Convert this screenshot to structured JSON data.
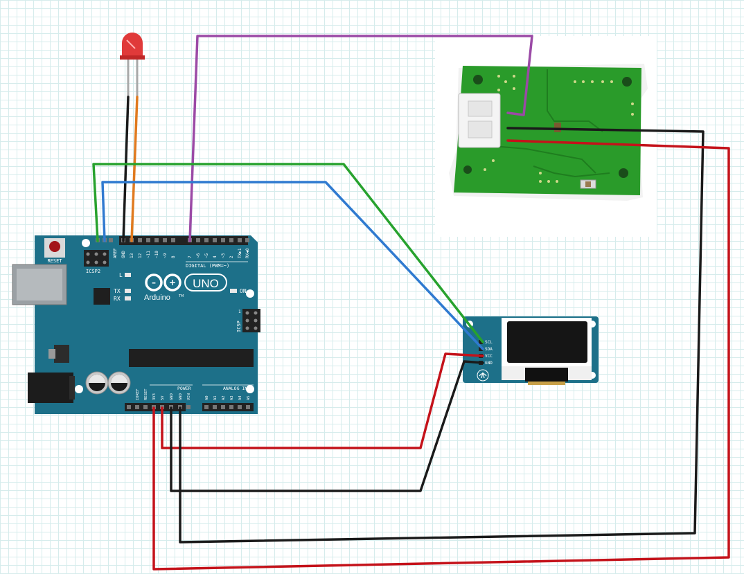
{
  "arduino": {
    "reset_label": "RESET",
    "icsp2_label": "ICSP2",
    "icsp_label": "ICSP",
    "digital_label": "DIGITAL (PWM=~)",
    "digital_pins": [
      "AREF",
      "GND",
      "13",
      "12",
      "~11",
      "~10",
      "~9",
      "8",
      "7",
      "~6",
      "~5",
      "4",
      "~3",
      "2",
      "TX▶1",
      "RX◀0"
    ],
    "led_l_label": "L",
    "tx_label": "TX",
    "rx_label": "RX",
    "on_label": "ON",
    "logo_text": "UNO",
    "brand": "Arduino",
    "brand_tm": "TM",
    "power_label": "POWER",
    "analog_label": "ANALOG IN",
    "power_pins": [
      "IOREF",
      "RESET",
      "3V3",
      "5V",
      "GND",
      "GND",
      "VIN"
    ],
    "analog_pins": [
      "A0",
      "A1",
      "A2",
      "A3",
      "A4",
      "A5"
    ],
    "icsp_pin_one": "1"
  },
  "oled": {
    "pins": [
      "SCL",
      "SDA",
      "VCC",
      "GND"
    ]
  },
  "colors": {
    "board": "#1d7089",
    "wire_red": "#c4121a",
    "wire_black": "#1a1a1a",
    "wire_green": "#27a22e",
    "wire_blue": "#2f7ad0",
    "wire_purple": "#9b4aa6",
    "wire_orange": "#e07a1f",
    "sensor_pcb": "#2a9b2a",
    "led": "#e03a3a"
  }
}
